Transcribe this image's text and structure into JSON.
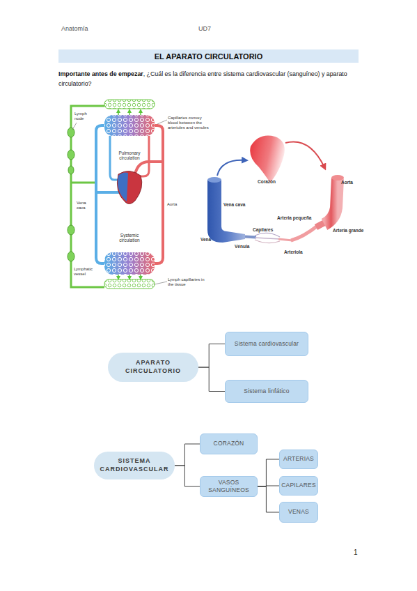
{
  "diagram": {
    "title": "EL APARATO CIRCULATORIO",
    "nodes": [
      {
        "text": [
          "APARATO CIRCULATORIO"
        ]
      },
      {
        "text": [
          "Sistema cardiovascular"
        ]
      },
      {
        "text": [
          "Sistema linfático"
        ]
      },
      {
        "text": [
          "SISTEMA CARDIOVASCULAR"
        ]
      },
      {
        "text": [
          "CORAZÓN"
        ]
      },
      {
        "text": [
          "VASOS SANGUÍNEOS"
        ]
      },
      {
        "text": [
          "ARTERIAS"
        ]
      },
      {
        "text": [
          "CAPILARES"
        ]
      },
      {
        "text": [
          "VENAS"
        ]
      }
    ],
    "edges": [
      {
        "from": 0,
        "to": 1,
        "arrow": "none"
      },
      {
        "from": 0,
        "to": 2,
        "arrow": "none"
      },
      {
        "from": 3,
        "to": 4,
        "arrow": "none"
      },
      {
        "from": 3,
        "to": 5,
        "arrow": "none"
      },
      {
        "from": 5,
        "to": 6,
        "arrow": "none"
      },
      {
        "from": 5,
        "to": 7,
        "arrow": "none"
      },
      {
        "from": 5,
        "to": 8,
        "arrow": "none"
      }
    ],
    "labels": [
      "Anatomía",
      "UD7",
      "Importante antes de empezar",
      ", ¿Cuál es la diferencia entre sistema cardiovascular (sanguíneo) y aparato circulatorio?",
      "Lymph node",
      "Capillaries convey blood between the arterioles and venules",
      "Pulmonary circulation",
      "Vena cava",
      "Aorta",
      "Systemic circulation",
      "Lymphatic vessel",
      "Lymph capillaries in the tissue",
      "Corazón",
      "Aorta",
      "Vena cava",
      "Arteria pequeña",
      "Capilares",
      "Arteria grande",
      "Vena",
      "Vénula",
      "Arteriola",
      "1"
    ]
  }
}
